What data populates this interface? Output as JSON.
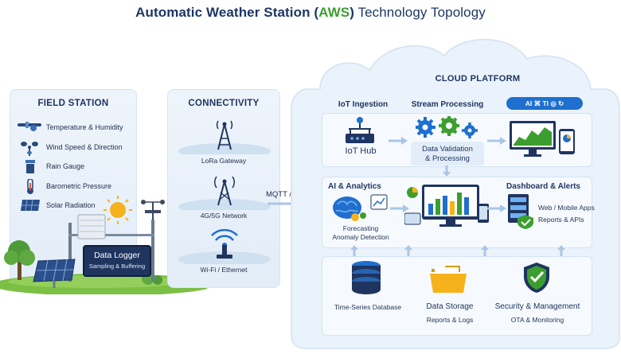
{
  "title": {
    "lead": "Automatic Weather Station (",
    "aws": "AWS",
    "mid": ")",
    "rest": " Technology Topology"
  },
  "field_station": {
    "title": "FIELD STATION",
    "items": [
      {
        "label": "Temperature & Humidity",
        "icon": "thermometer-icon"
      },
      {
        "label": "Wind Speed & Direction",
        "icon": "anemometer-icon"
      },
      {
        "label": "Rain Gauge",
        "icon": "rain-gauge-icon"
      },
      {
        "label": "Barometric Pressure",
        "icon": "barometer-icon"
      },
      {
        "label": "Solar Radiation",
        "icon": "solar-panel-icon"
      }
    ],
    "logger": {
      "title": "Data Logger",
      "subtitle": "Sampling & Buffering"
    }
  },
  "connectivity": {
    "title": "CONNECTIVITY",
    "items": [
      {
        "label": "LoRa Gateway",
        "icon": "antenna-tower-icon"
      },
      {
        "label": "4G/5G Network",
        "icon": "cell-tower-icon"
      },
      {
        "label": "Wi-Fi / Ethernet",
        "icon": "wifi-router-icon"
      }
    ],
    "protocol": "MQTT / HTTPS"
  },
  "cloud": {
    "title": "CLOUD PLATFORM",
    "tabs": [
      "IoT Ingestion",
      "Stream Processing",
      "AI ⌘ TI ◎ ↻"
    ],
    "iot_hub": "IoT Hub",
    "validation": "Data Validation\n& Processing",
    "ai": {
      "title": "AI & Analytics",
      "subtitle": "Forecasting\nAnomaly Detection"
    },
    "dashboard": {
      "title": "Dashboard & Alerts",
      "line1": "Web / Mobile Apps",
      "line2": "Reports & APIs"
    },
    "database": "Time-Series Database",
    "storage": {
      "title": "Data Storage",
      "subtitle": "Reports & Logs"
    },
    "security": {
      "title": "Security & Management",
      "subtitle": "OTA & Monitoring"
    }
  },
  "colors": {
    "accent_blue": "#1f6fcf",
    "accent_green": "#3c9e2f",
    "navy": "#1f3560",
    "panel": "#e8f0f9"
  }
}
